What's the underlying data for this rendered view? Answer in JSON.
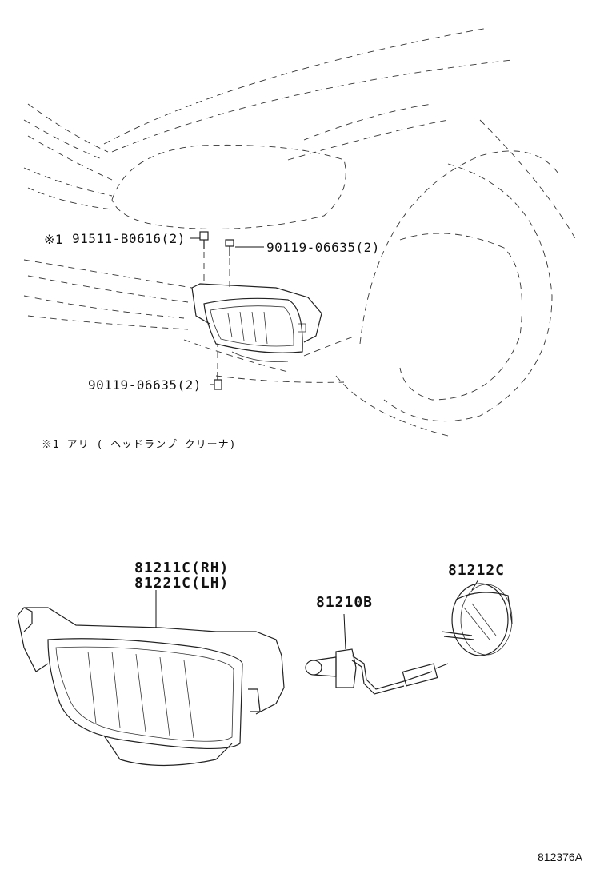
{
  "upper": {
    "note_marker": "※1",
    "bolt_top": "91511-B0616(2)",
    "screw_top": "90119-06635(2)",
    "screw_bottom": "90119-06635(2)",
    "footnote": "※1 アリ ( ヘッドランプ クリーナ)"
  },
  "lower": {
    "lamp_rh": "81211C(RH)",
    "lamp_lh": "81221C(LH)",
    "bulb": "81210B",
    "socket": "81212C"
  },
  "diagram_code": "812376A"
}
